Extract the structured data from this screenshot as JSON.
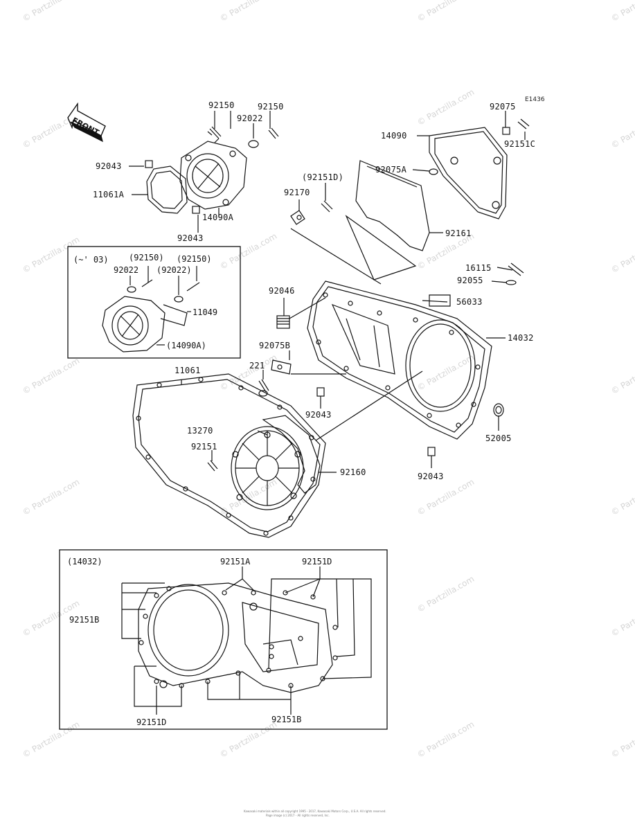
{
  "diagram_code": "E1436",
  "front_label": "FRONT",
  "watermark_text": "© Partzilla.com",
  "copyright": "Kawasaki materials within all copyright 1995 - 2017, Kawasaki Motors Corp., U.S.A. All rights reserved.",
  "copyright_line2": "Page image (c) 2017 - All rights reserved, Inc.",
  "inset_top": {
    "title": "(~' 03)",
    "labels": [
      "92022",
      "(92150)",
      "(92022)",
      "(92150)",
      "11049",
      "(14090A)"
    ]
  },
  "inset_bottom": {
    "title": "(14032)",
    "labels": [
      "92151A",
      "92151D",
      "92151B",
      "92151D",
      "92151B"
    ]
  },
  "part_labels": [
    "92150",
    "92150",
    "92022",
    "92075",
    "E1436",
    "14090",
    "92151C",
    "92043",
    "11061A",
    "14090A",
    "92043",
    "(92151D)",
    "92170",
    "92075A",
    "92161",
    "16115",
    "92055",
    "92046",
    "56033",
    "14032",
    "92075B",
    "221",
    "92043",
    "11061",
    "13270",
    "92151",
    "92160",
    "52005",
    "92043"
  ]
}
